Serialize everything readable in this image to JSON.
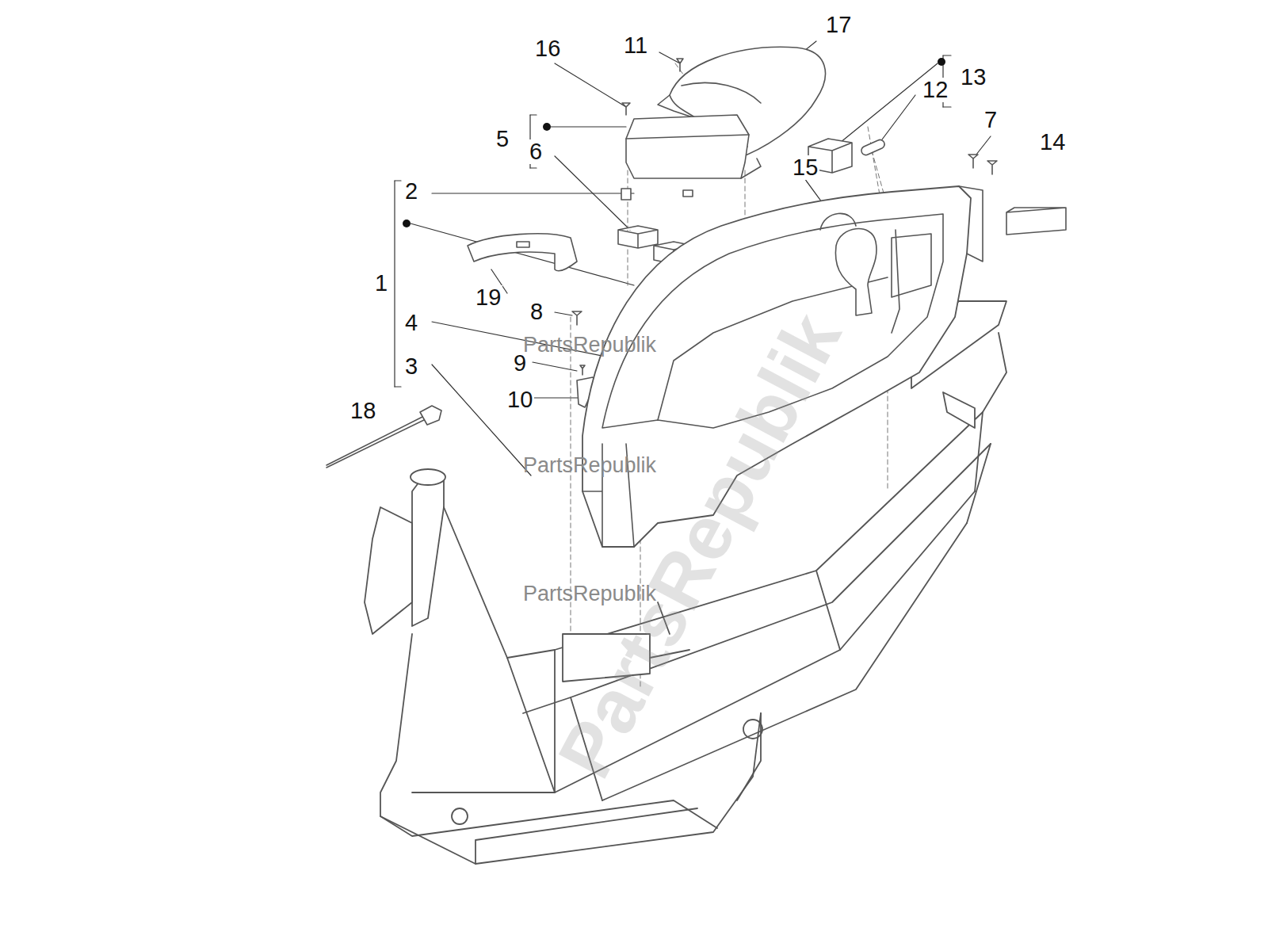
{
  "diagram": {
    "labels": [
      "17",
      "11",
      "16",
      "13",
      "12",
      "7",
      "5",
      "6",
      "14",
      "15",
      "2",
      "1",
      "19",
      "8",
      "4",
      "9",
      "3",
      "10",
      "18",
      "PartsRepublik",
      "PartsRepublik",
      "PartsRepublik",
      "PartsRepublik"
    ]
  }
}
